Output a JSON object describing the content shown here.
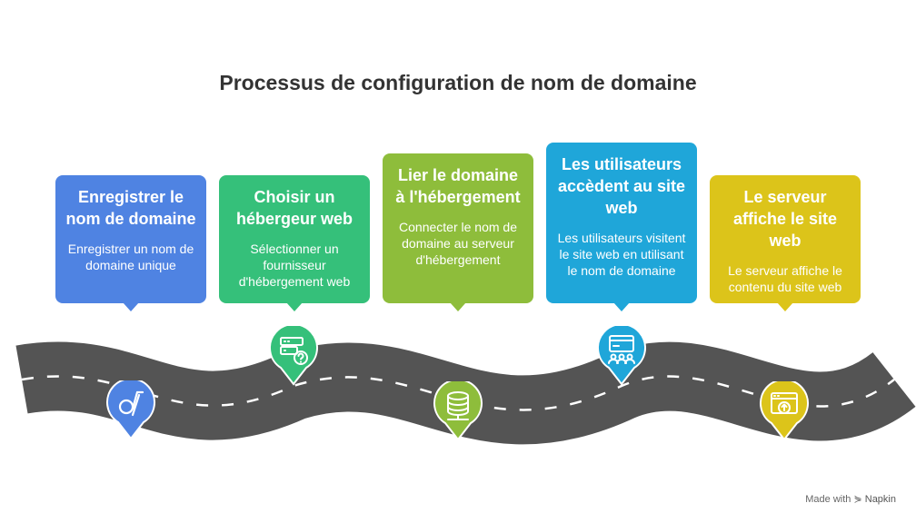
{
  "title": "Processus de configuration de nom de domaine",
  "steps": [
    {
      "heading": "Enregistrer le nom de domaine",
      "desc": "Enregistrer un nom de domaine unique",
      "color": "#4f83e2",
      "icon": "domain-name-icon"
    },
    {
      "heading": "Choisir un hébergeur web",
      "desc": "Sélectionner un fournisseur d'hébergement web",
      "color": "#35c07a",
      "icon": "server-question-icon"
    },
    {
      "heading": "Lier le domaine à l'hébergement",
      "desc": "Connecter le nom de domaine au serveur d'hébergement",
      "color": "#8ebd3b",
      "icon": "database-icon"
    },
    {
      "heading": "Les utilisateurs accèdent au site web",
      "desc": "Les utilisateurs visitent le site web en utilisant le nom de domaine",
      "color": "#1fa6d9",
      "icon": "users-browser-icon"
    },
    {
      "heading": "Le serveur affiche le site web",
      "desc": "Le serveur affiche le contenu du site web",
      "color": "#dcc41a",
      "icon": "browser-upload-icon"
    }
  ],
  "footer": {
    "made_with": "Made with",
    "brand": "Napkin"
  }
}
